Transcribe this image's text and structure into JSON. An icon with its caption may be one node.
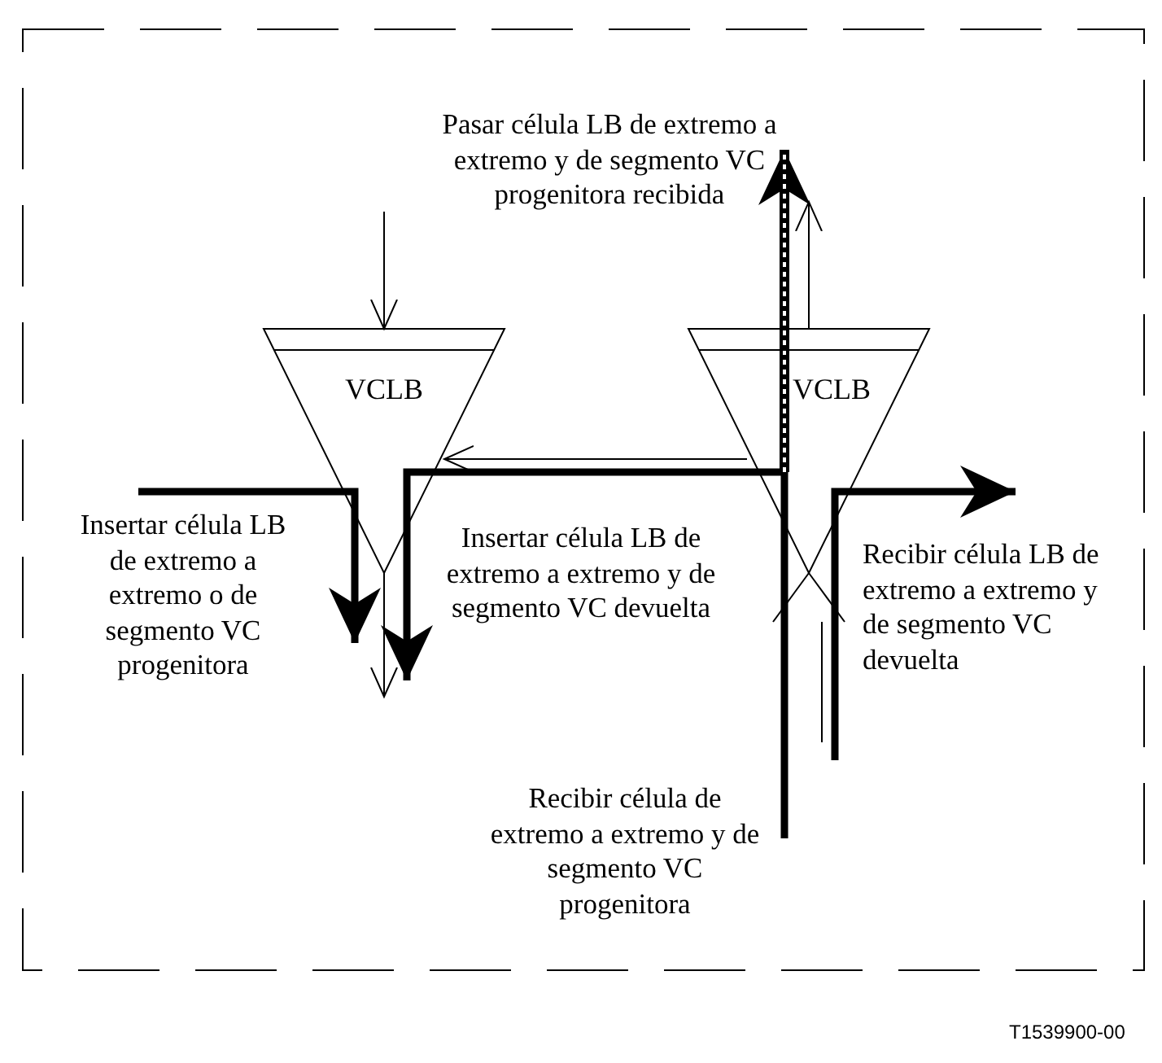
{
  "diagram": {
    "nodes": [
      {
        "text": [
          "VCLB"
        ]
      },
      {
        "text": [
          "VCLB"
        ]
      }
    ],
    "edges": [
      {
        "from": null,
        "to": 0,
        "arrow": "to"
      },
      {
        "from": 1,
        "to": 0,
        "arrow": "to"
      },
      {
        "from": 1,
        "to": null,
        "arrow": "to"
      },
      {
        "from": 0,
        "to": null,
        "arrow": "to"
      },
      {
        "from": 1,
        "to": null,
        "arrow": "none"
      }
    ],
    "labels": [
      "Pasar célula LB de extremo a extremo y de segmento VC progenitora recibida",
      "Insertar célula LB de extremo a extremo o de segmento VC progenitora",
      "Insertar célula LB de extremo a extremo y de segmento VC devuelta",
      "Recibir célula LB de extremo a extremo y de segmento VC devuelta",
      "Recibir célula de extremo a extremo y de segmento VC progenitora",
      "T1539900-00"
    ]
  }
}
